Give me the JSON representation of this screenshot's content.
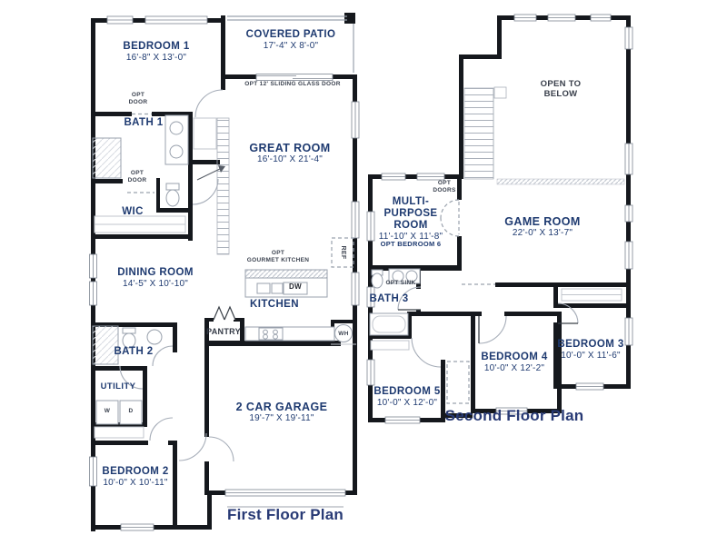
{
  "colors": {
    "wall": "#15181d",
    "label_navy": "#1e3a70",
    "annotation_gray": "#3c4350",
    "fixture_gray": "#98a0ac"
  },
  "first_floor": {
    "title": "First Floor Plan",
    "rooms": {
      "bedroom1": {
        "name": "BEDROOM 1",
        "dims": "16'-8\" X 13'-0\""
      },
      "covered_patio": {
        "name": "COVERED PATIO",
        "dims": "17'-4\" X 8'-0\""
      },
      "great_room": {
        "name": "GREAT ROOM",
        "dims": "16'-10\" X 21'-4\""
      },
      "bath1": {
        "name": "BATH 1"
      },
      "wic": {
        "name": "WIC"
      },
      "dining": {
        "name": "DINING ROOM",
        "dims": "14'-5\" X 10'-10\""
      },
      "kitchen": {
        "name": "KITCHEN"
      },
      "pantry": {
        "name": "PANTRY"
      },
      "bath2": {
        "name": "BATH 2"
      },
      "utility": {
        "name": "UTILITY"
      },
      "bedroom2": {
        "name": "BEDROOM 2",
        "dims": "10'-0\" X 10'-11\""
      },
      "garage": {
        "name": "2 CAR GARAGE",
        "dims": "19'-7\" X 19'-11\""
      }
    },
    "annotations": {
      "opt_door_bed1": "OPT DOOR",
      "opt_door_wic": "OPT DOOR",
      "sliding_glass": "OPT 12' SLIDING GLASS DOOR",
      "opt_gourmet_top": "OPT",
      "opt_gourmet_bottom": "GOURMET KITCHEN",
      "dishwasher": "DW",
      "refrigerator": "REF",
      "water_heater": "WH",
      "washer": "W",
      "dryer": "D"
    }
  },
  "second_floor": {
    "title": "Second Floor Plan",
    "rooms": {
      "open_below": {
        "name": "OPEN TO BELOW"
      },
      "multi_purpose": {
        "name": "MULTI- PURPOSE ROOM",
        "dims": "11'-10\" X 11'-8\""
      },
      "game_room": {
        "name": "GAME ROOM",
        "dims": "22'-0\" X 13'-7\""
      },
      "bath3": {
        "name": "BATH 3"
      },
      "bedroom5": {
        "name": "BEDROOM 5",
        "dims": "10'-0\" X 12'-0\""
      },
      "bedroom4": {
        "name": "BEDROOM 4",
        "dims": "10'-0\" X 12'-2\""
      },
      "bedroom3": {
        "name": "BEDROOM 3",
        "dims": "10'-0\" X 11'-6\""
      }
    },
    "annotations": {
      "opt_doors": "OPT DOORS",
      "opt_sink": "OPT SINK",
      "opt_bedroom6": "OPT BEDROOM 6"
    }
  }
}
